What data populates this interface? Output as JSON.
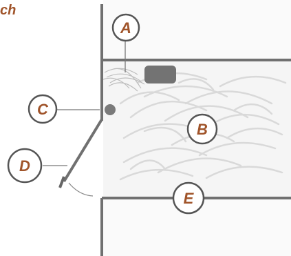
{
  "title_fragment": "ch",
  "colors": {
    "label_text": "#a0542a",
    "label_ring": "#555555",
    "structure": "#707070",
    "hay": "#d8d8d8",
    "panel_fill": "#f5f5f5"
  },
  "callouts": [
    {
      "id": "A",
      "letter": "A"
    },
    {
      "id": "B",
      "letter": "B"
    },
    {
      "id": "C",
      "letter": "C"
    },
    {
      "id": "D",
      "letter": "D"
    },
    {
      "id": "E",
      "letter": "E"
    }
  ]
}
